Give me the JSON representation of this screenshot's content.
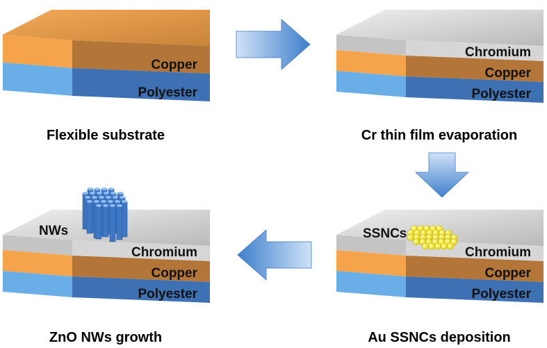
{
  "colors": {
    "top_gray": "#cfcfcf",
    "copper_top": "#f5a54a",
    "copper_front": "#b87a3a",
    "copper_side": "#f0a04a",
    "poly_top": "#6ab0e8",
    "poly_front": "#3f73b6",
    "poly_side": "#6aaee6",
    "chrom_front": "#d8d8d8",
    "nanowire": "#3e77c4",
    "nanoparticle": "#ffee00",
    "arrow": "#4f8fd8"
  },
  "steps": [
    {
      "caption": "Flexible substrate",
      "layers": [
        "Copper",
        "Polyester"
      ]
    },
    {
      "caption": "Cr thin film evaporation",
      "layers": [
        "Chromium",
        "Copper",
        "Polyester"
      ]
    },
    {
      "caption": "Au SSNCs deposition",
      "layers": [
        "Chromium",
        "Copper",
        "Polyester"
      ],
      "feature": "SSNCs"
    },
    {
      "caption": "ZnO NWs growth",
      "layers": [
        "Chromium",
        "Copper",
        "Polyester"
      ],
      "feature": "NWs"
    }
  ],
  "arrows": [
    {
      "direction": "right"
    },
    {
      "direction": "down"
    },
    {
      "direction": "left"
    }
  ]
}
